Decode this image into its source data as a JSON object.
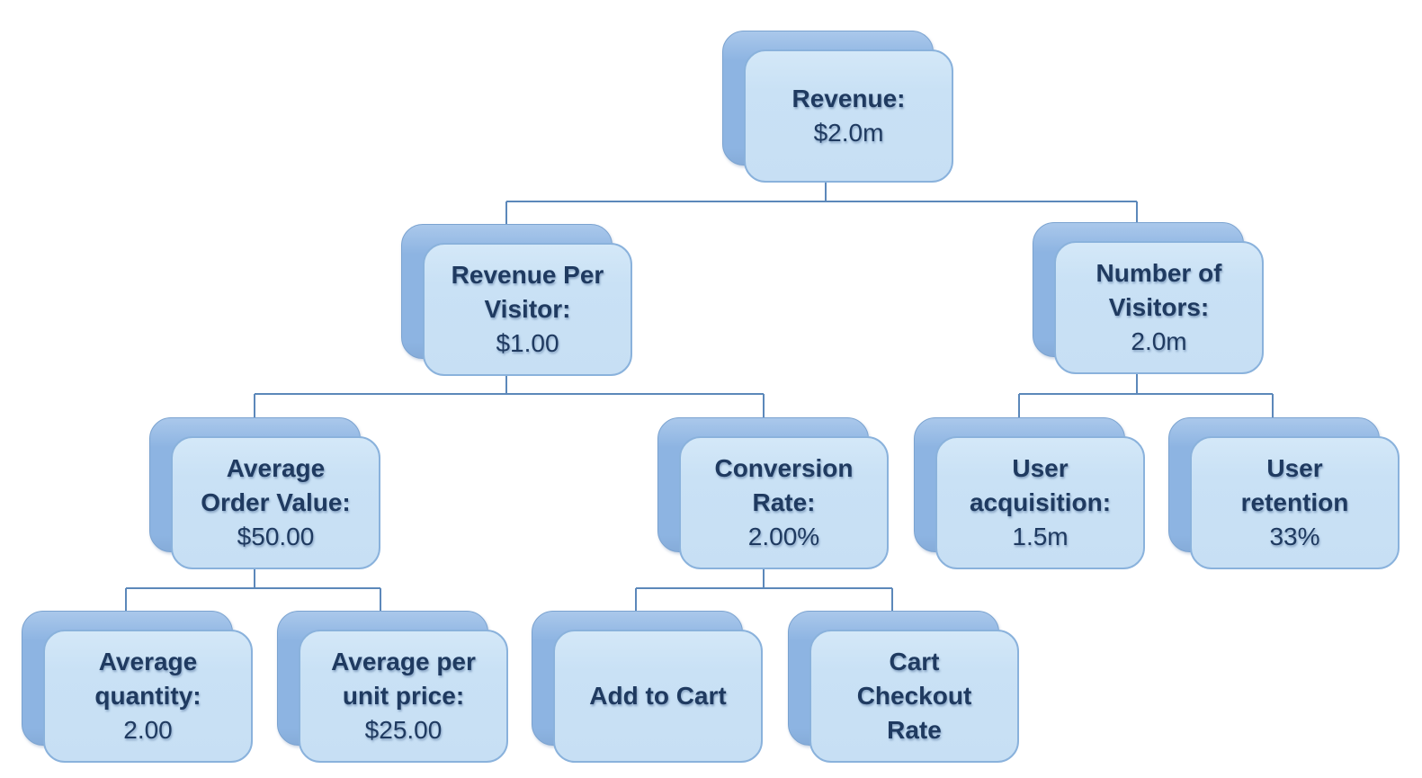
{
  "diagram": {
    "kind": "kpi-driver-tree",
    "colors": {
      "card_front_fill": "#c9e1f5",
      "card_back_fill": "#8db4e2",
      "card_border": "#8ab2dc",
      "connector": "#5c88ba",
      "text": "#1f3a60",
      "background": "#ffffff"
    },
    "nodes": [
      {
        "id": "revenue",
        "title": "Revenue:",
        "value": "$2.0m",
        "parent": null
      },
      {
        "id": "revenue-per-visitor",
        "title": "Revenue Per\nVisitor:",
        "value": "$1.00",
        "parent": "revenue"
      },
      {
        "id": "number-of-visitors",
        "title": "Number of\nVisitors:",
        "value": "2.0m",
        "parent": "revenue"
      },
      {
        "id": "average-order-value",
        "title": "Average\nOrder Value:",
        "value": "$50.00",
        "parent": "revenue-per-visitor"
      },
      {
        "id": "conversion-rate",
        "title": "Conversion\nRate:",
        "value": "2.00%",
        "parent": "revenue-per-visitor"
      },
      {
        "id": "user-acquisition",
        "title": "User\nacquisition:",
        "value": "1.5m",
        "parent": "number-of-visitors"
      },
      {
        "id": "user-retention",
        "title": "User\nretention",
        "value": "33%",
        "parent": "number-of-visitors"
      },
      {
        "id": "average-quantity",
        "title": "Average\nquantity:",
        "value": "2.00",
        "parent": "average-order-value"
      },
      {
        "id": "average-per-unit-price",
        "title": "Average per\nunit price:",
        "value": "$25.00",
        "parent": "average-order-value"
      },
      {
        "id": "add-to-cart",
        "title": "Add to Cart",
        "value": "",
        "parent": "conversion-rate"
      },
      {
        "id": "cart-checkout-rate",
        "title": "Cart\nCheckout\nRate",
        "value": "",
        "parent": "conversion-rate"
      }
    ]
  }
}
